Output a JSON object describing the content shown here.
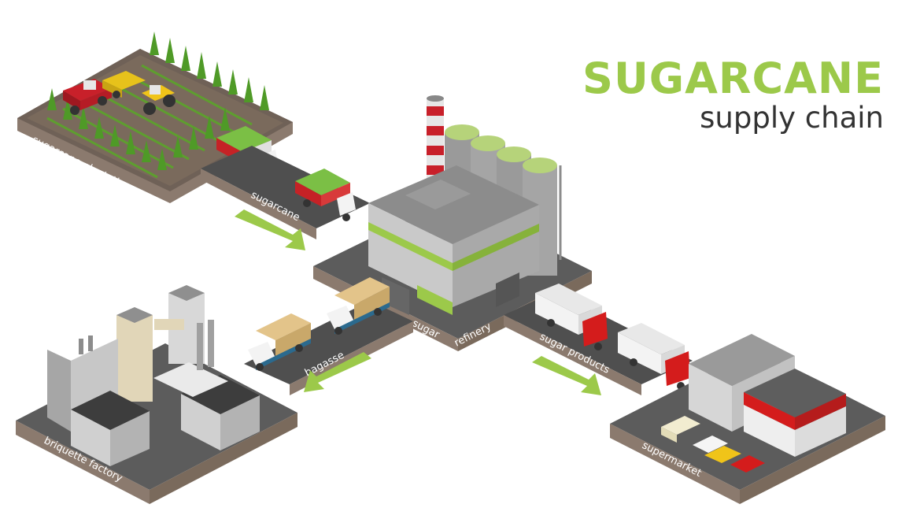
{
  "title": {
    "main": "SUGARCANE",
    "sub": "supply chain"
  },
  "labels": {
    "plantation": "sugarcane plantation",
    "sugarcane_road": "sugarcane",
    "refinery_sugar": "sugar",
    "refinery": "refinery",
    "sugar_products": "sugar products",
    "bagasse": "bagasse",
    "briquette_factory": "briquette factory",
    "supermarket": "supermarket"
  },
  "colors": {
    "accent_green": "#9cc94a",
    "platform_side": "#8b7a6e",
    "platform_top": "#5c5c5c",
    "road": "#4f4f4f",
    "truck_red": "#d41c1c",
    "building_grey": "#b9b9b9",
    "label_text": "#ffffff"
  },
  "icons": [
    "chimney-icon",
    "silo-icon",
    "truck-icon",
    "harvester-icon",
    "tractor-icon",
    "car-icon",
    "arrow-icon"
  ]
}
